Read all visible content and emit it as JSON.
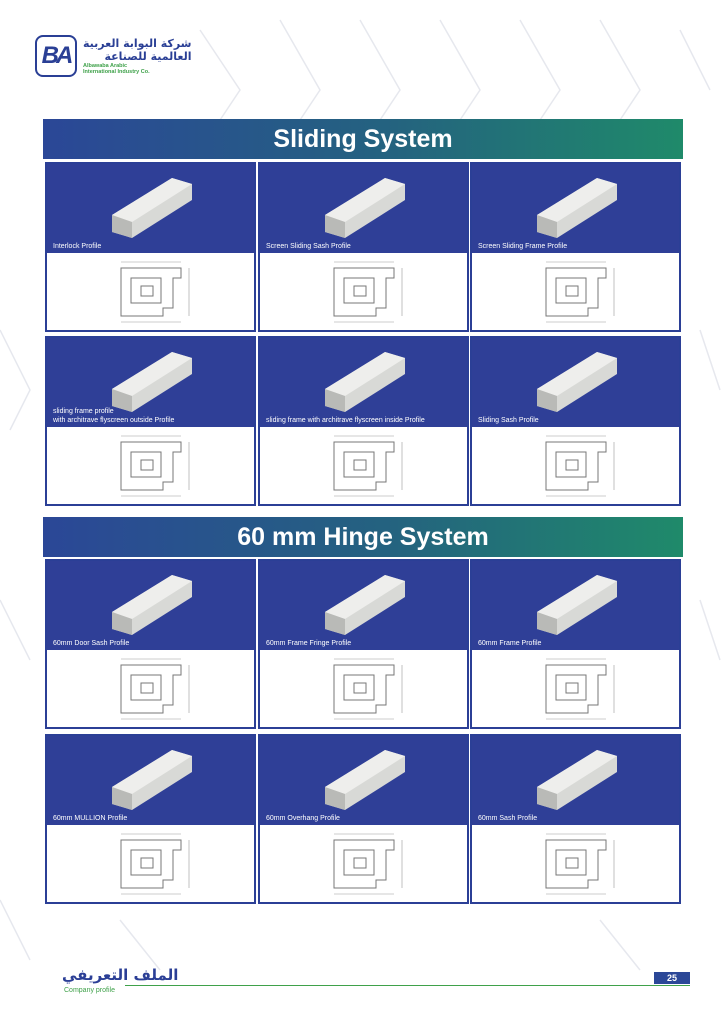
{
  "logo": {
    "mark": "BA",
    "arabic_line1": "شركة البوابة العربية",
    "arabic_line2": "العالمية للصناعة",
    "english_line1": "Albawaba Arabic",
    "english_line2": "International Industry Co."
  },
  "sections": [
    {
      "title": "Sliding System",
      "cards": [
        {
          "label": "Interlock Profile"
        },
        {
          "label": "Screen Sliding Sash Profile"
        },
        {
          "label": "Screen Sliding Frame Profile"
        },
        {
          "label": "sliding frame profile\nwith architrave flyscreen outside Profile"
        },
        {
          "label": "sliding frame with architrave flyscreen inside Profile"
        },
        {
          "label": "Sliding Sash Profile"
        }
      ]
    },
    {
      "title": "60 mm Hinge System",
      "cards": [
        {
          "label": "60mm Door Sash Profile"
        },
        {
          "label": "60mm Frame Fringe Profile"
        },
        {
          "label": "60mm Frame Profile"
        },
        {
          "label": "60mm MULLION Profile"
        },
        {
          "label": "60mm Overhang Profile"
        },
        {
          "label": "60mm Sash Profile"
        }
      ]
    }
  ],
  "footer": {
    "arabic": "الملف التعريفي",
    "english": "Company profile",
    "page": "25"
  }
}
